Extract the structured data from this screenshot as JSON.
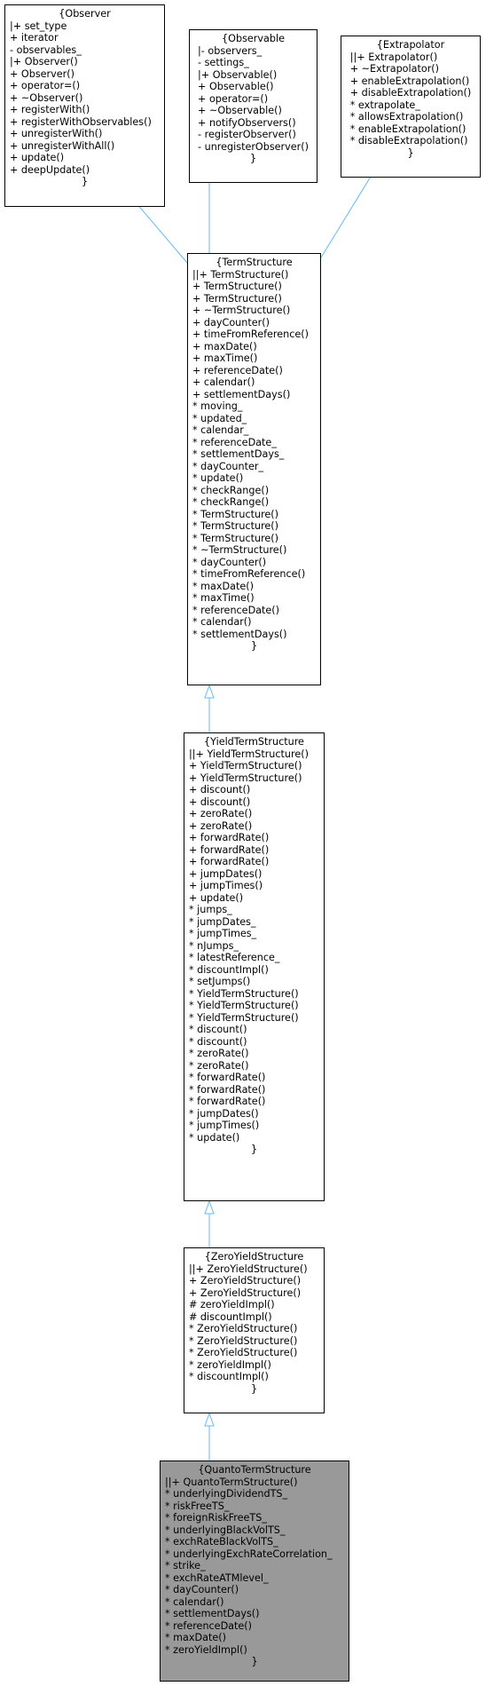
{
  "colors": {
    "edge": "#63b8ff",
    "highlight_fill": "#999999",
    "border": "#000000"
  },
  "nodes": {
    "observer": {
      "title": "{Observer",
      "members": [
        "|+ set_type",
        "+ iterator",
        "- observables_",
        "|+ Observer()",
        "+ Observer()",
        "+ operator=()",
        "+ ~Observer()",
        "+ registerWith()",
        "+ registerWithObservables()",
        "+ unregisterWith()",
        "+ unregisterWithAll()",
        "+ update()",
        "+ deepUpdate()"
      ],
      "closing": "}"
    },
    "observable": {
      "title": "{Observable",
      "members": [
        "|- observers_",
        "- settings_",
        "|+ Observable()",
        "+ Observable()",
        "+ operator=()",
        "+ ~Observable()",
        "+ notifyObservers()",
        "- registerObserver()",
        "- unregisterObserver()"
      ],
      "closing": "}"
    },
    "extrapolator": {
      "title": "{Extrapolator",
      "members": [
        "||+ Extrapolator()",
        "+ ~Extrapolator()",
        "+ enableExtrapolation()",
        "+ disableExtrapolation()",
        "* extrapolate_",
        "* allowsExtrapolation()",
        "* enableExtrapolation()",
        "* disableExtrapolation()"
      ],
      "closing": "}"
    },
    "term_structure": {
      "title": "{TermStructure",
      "members": [
        "||+ TermStructure()",
        "+ TermStructure()",
        "+ TermStructure()",
        "+ ~TermStructure()",
        "+ dayCounter()",
        "+ timeFromReference()",
        "+ maxDate()",
        "+ maxTime()",
        "+ referenceDate()",
        "+ calendar()",
        "+ settlementDays()",
        "* moving_",
        "* updated_",
        "* calendar_",
        "* referenceDate_",
        "* settlementDays_",
        "* dayCounter_",
        "* update()",
        "* checkRange()",
        "* checkRange()",
        "* TermStructure()",
        "* TermStructure()",
        "* TermStructure()",
        "* ~TermStructure()",
        "* dayCounter()",
        "* timeFromReference()",
        "* maxDate()",
        "* maxTime()",
        "* referenceDate()",
        "* calendar()",
        "* settlementDays()"
      ],
      "closing": "}"
    },
    "yield_term_structure": {
      "title": "{YieldTermStructure",
      "members": [
        "||+ YieldTermStructure()",
        "+ YieldTermStructure()",
        "+ YieldTermStructure()",
        "+ discount()",
        "+ discount()",
        "+ zeroRate()",
        "+ zeroRate()",
        "+ forwardRate()",
        "+ forwardRate()",
        "+ forwardRate()",
        "+ jumpDates()",
        "+ jumpTimes()",
        "+ update()",
        "* jumps_",
        "* jumpDates_",
        "* jumpTimes_",
        "* nJumps_",
        "* latestReference_",
        "* discountImpl()",
        "* setJumps()",
        "* YieldTermStructure()",
        "* YieldTermStructure()",
        "* YieldTermStructure()",
        "* discount()",
        "* discount()",
        "* zeroRate()",
        "* zeroRate()",
        "* forwardRate()",
        "* forwardRate()",
        "* forwardRate()",
        "* jumpDates()",
        "* jumpTimes()",
        "* update()"
      ],
      "closing": "}"
    },
    "zero_yield_structure": {
      "title": "{ZeroYieldStructure",
      "members": [
        "||+ ZeroYieldStructure()",
        "+ ZeroYieldStructure()",
        "+ ZeroYieldStructure()",
        "# zeroYieldImpl()",
        "# discountImpl()",
        "* ZeroYieldStructure()",
        "* ZeroYieldStructure()",
        "* ZeroYieldStructure()",
        "* zeroYieldImpl()",
        "* discountImpl()"
      ],
      "closing": "}"
    },
    "quanto_term_structure": {
      "title": "{QuantoTermStructure",
      "members": [
        "||+ QuantoTermStructure()",
        "* underlyingDividendTS_",
        "* riskFreeTS_",
        "* foreignRiskFreeTS_",
        "* underlyingBlackVolTS_",
        "* exchRateBlackVolTS_",
        "* underlyingExchRateCorrelation_",
        "* strike_",
        "* exchRateATMlevel_",
        "* dayCounter()",
        "* calendar()",
        "* settlementDays()",
        "* referenceDate()",
        "* maxDate()",
        "* zeroYieldImpl()"
      ],
      "closing": "}"
    }
  }
}
